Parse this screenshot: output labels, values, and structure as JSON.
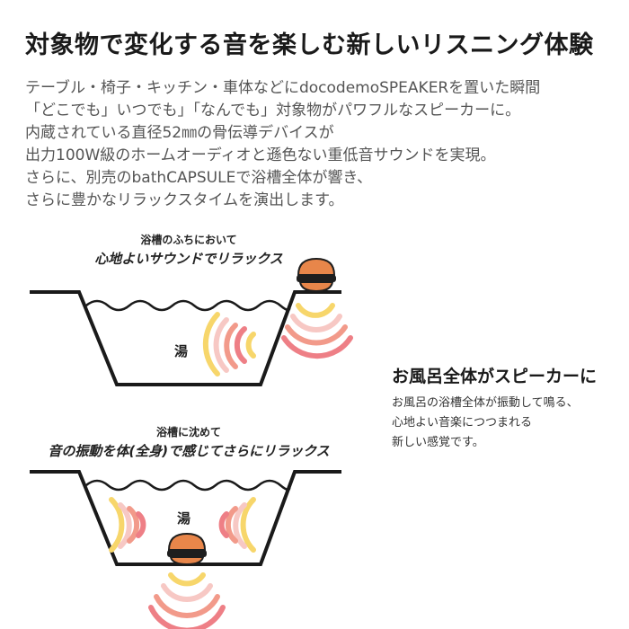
{
  "headline": "対象物で変化する音を楽しむ新しいリスニング体験",
  "body_lines": [
    "テーブル・椅子・キッチン・車体などにdocodemoSPEAKERを置いた瞬間",
    "「どこでも」いつでも」「なんでも」対象物がパワフルなスピーカーに。",
    "内蔵されている直径52㎜の骨伝導デバイスが",
    "出力100W級のホームオーディオと遜色ない重低音サウンドを実現。",
    "さらに、別売のbathCAPSULEで浴槽全体が響き、",
    "さらに豊かなリラックスタイムを演出します。"
  ],
  "panel_top": {
    "caption_small": "浴槽のふちにおいて",
    "caption_big": "心地よいサウンドでリラックス",
    "water_label": "湯"
  },
  "panel_bottom": {
    "caption_small": "浴槽に沈めて",
    "caption_big": "音の振動を体(全身)で感じてさらにリラックス",
    "water_label": "湯"
  },
  "side": {
    "title": "お風呂全体がスピーカーに",
    "lines": [
      "お風呂の浴槽全体が振動して鳴る、",
      "心地よい音楽につつまれる",
      "新しい感覚です。"
    ]
  },
  "colors": {
    "wave_outer": "#f7c8c4",
    "wave_mid": "#f29a8a",
    "wave_inner": "#ee7f86",
    "wave_yellow": "#f7d66b",
    "speaker_top": "#e8864a",
    "speaker_band": "#1e1e1e",
    "tub_line": "#1a1a1a"
  }
}
